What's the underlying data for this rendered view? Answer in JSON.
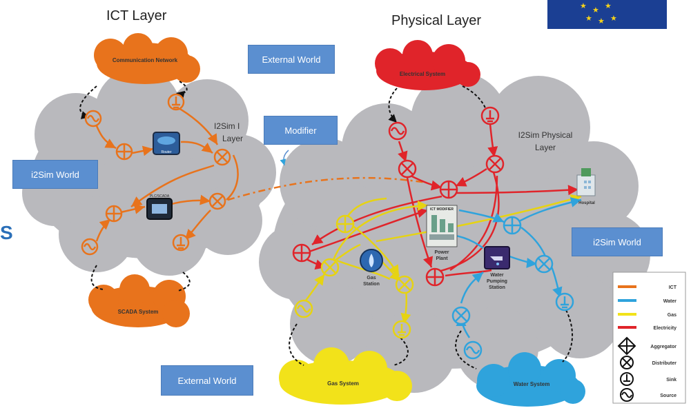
{
  "titles": {
    "ict_layer": "ICT Layer",
    "physical_layer": "Physical Layer"
  },
  "boxes": {
    "external_world_top": "External World",
    "modifier": "Modifier",
    "i2sim_world_left": "i2Sim World",
    "i2sim_world_right": "i2Sim World",
    "external_world_bottom": "External World"
  },
  "clouds": {
    "communication_network": "Communication Network",
    "scada_system": "SCADA System",
    "electrical_system": "Electrical System",
    "gas_system": "Gas System",
    "water_system": "Water System",
    "ict_layer_cloud_a": "I2Sim I",
    "ict_layer_cloud_b": "Layer",
    "physical_layer_cloud_a": "I2Sim Physical",
    "physical_layer_cloud_b": "Layer"
  },
  "nodes": {
    "router": "Router",
    "plc_scada": "PLC/SCADA",
    "ict_modifier": "ICT MODIFIER",
    "power_plant_a": "Power",
    "power_plant_b": "Plant",
    "gas_station_a": "Gas",
    "gas_station_b": "Station",
    "water_pumping_a": "Water",
    "water_pumping_b": "Pumping",
    "water_pumping_c": "Station",
    "hospital": "Hospital"
  },
  "legend": {
    "ict": "ICT",
    "water": "Water",
    "gas": "Gas",
    "electricity": "Electricity",
    "aggregator": "Aggregator",
    "distributer": "Distributer",
    "sink": "Sink",
    "source": "Source"
  },
  "side_text": "S",
  "colors": {
    "ict": "#e8731c",
    "water": "#2fa3dc",
    "gas": "#f2e21a",
    "electricity": "#e0242a",
    "cloud": "#b9b9bd",
    "box": "#5b8fd0"
  }
}
